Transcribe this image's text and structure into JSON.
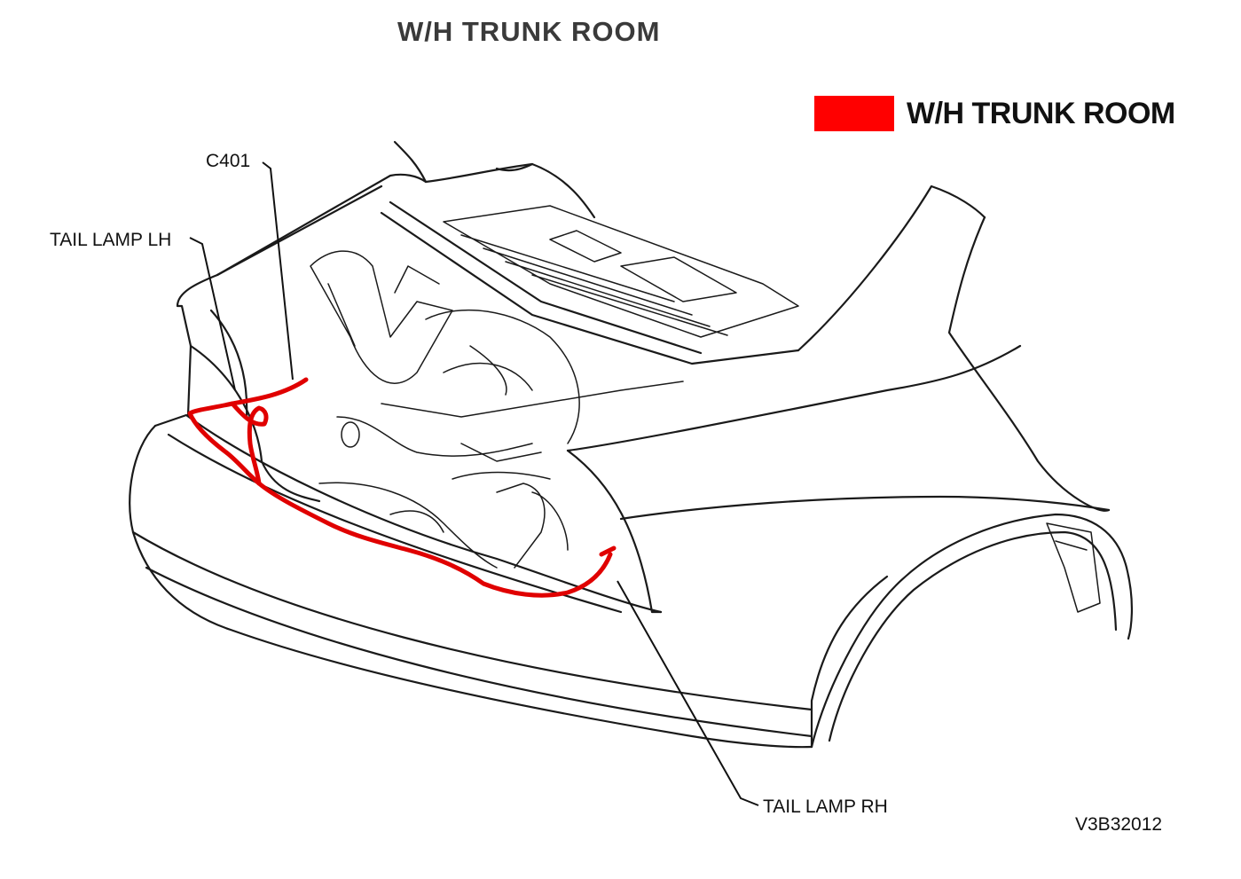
{
  "header": {
    "title": "W/H TRUNK ROOM"
  },
  "legend": {
    "label": "W/H TRUNK ROOM",
    "color": "#ff0000"
  },
  "callouts": {
    "c401": "C401",
    "tail_lamp_lh": "TAIL LAMP LH",
    "tail_lamp_rh": "TAIL LAMP RH"
  },
  "figure_code": "V3B32012"
}
